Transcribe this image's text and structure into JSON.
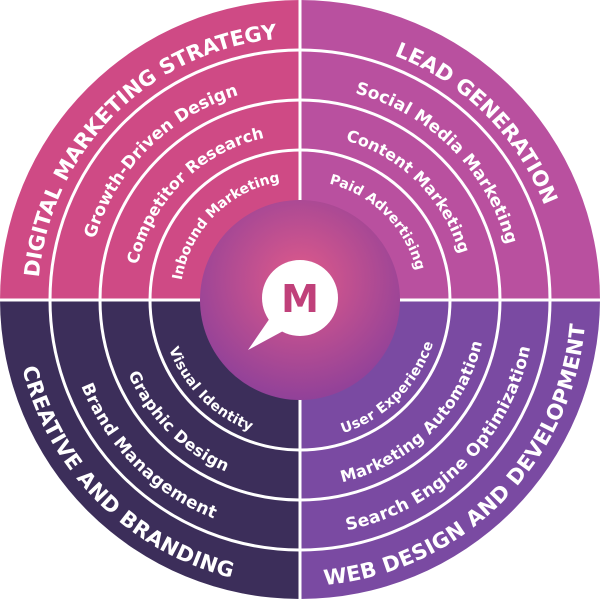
{
  "center_logo": {
    "letter": "M"
  },
  "colors": {
    "digital": "#cf4a85",
    "lead": "#b9509f",
    "web": "#7a4aa2",
    "creative": "#3c2e5a",
    "center": "#b8427f",
    "divider": "#ffffff"
  },
  "quadrants": {
    "digital": {
      "title": "DIGITAL MARKETING STRATEGY",
      "items": [
        "Growth-Driven Design",
        "Competitor Research",
        "Inbound Marketing"
      ]
    },
    "lead": {
      "title": "LEAD GENERATION",
      "items": [
        "Social Media Marketing",
        "Content Marketing",
        "Paid Advertising"
      ]
    },
    "web": {
      "title": "WEB DESIGN AND DEVELOPMENT",
      "items": [
        "Search Engine Optimization",
        "Marketing Automation",
        "User Experience"
      ]
    },
    "creative": {
      "title": "CREATIVE AND BRANDING",
      "items": [
        "Brand Management",
        "Graphic Design",
        "Visual Identity"
      ]
    }
  }
}
